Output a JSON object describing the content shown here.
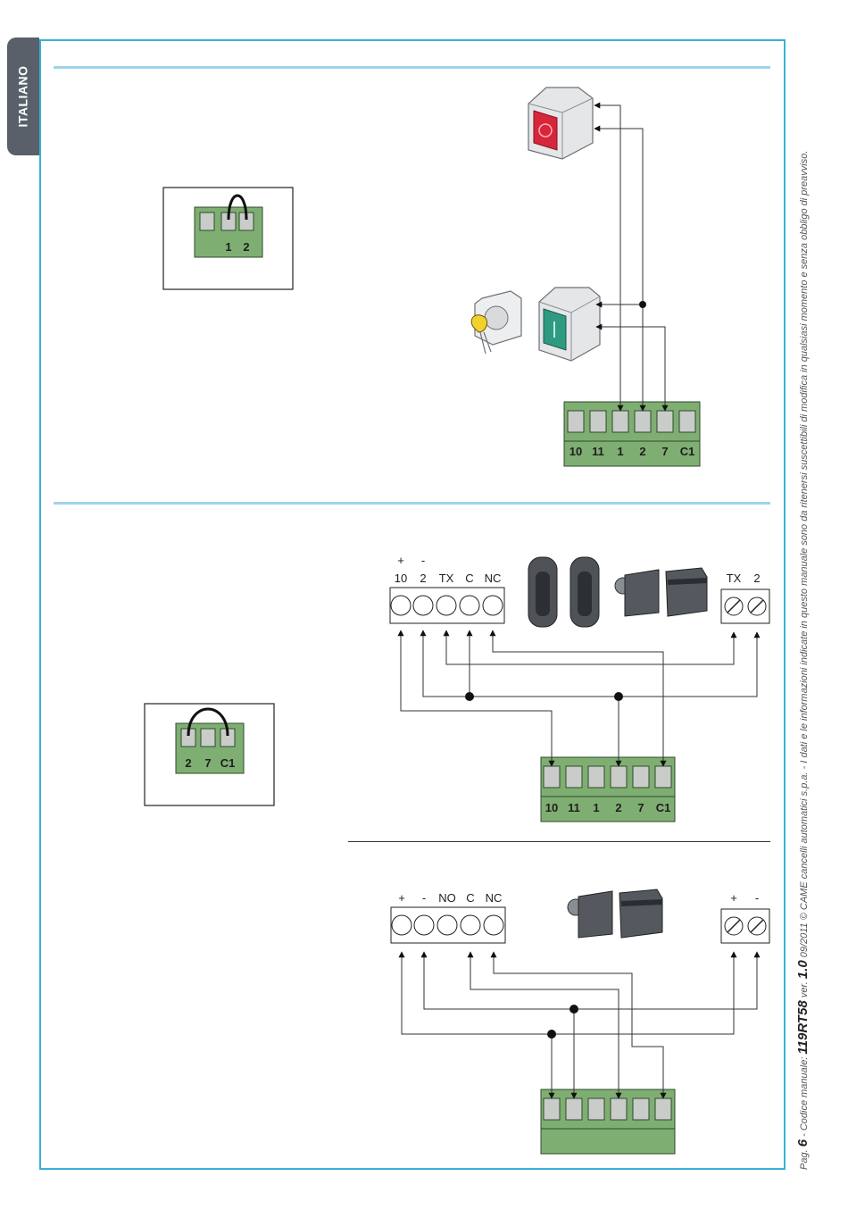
{
  "language_tab": "ITALIANO",
  "footer": {
    "page_prefix": "Pag.",
    "page_number": "6",
    "manual_prefix": " - Codice manuale: ",
    "manual_code": "119RT58",
    "version_prefix": " ver. ",
    "version": "1.0",
    "rest": " 09/2011 © CAME cancelli automatici s.p.a. - I dati e le informazioni indicate in questo manuale sono da ritenersi suscettibili di modifica in qualsiasi momento e senza obbligo di preavviso."
  },
  "jumper_1": {
    "labels": [
      "1",
      "2"
    ]
  },
  "jumper_2": {
    "labels": [
      "2",
      "7",
      "C1"
    ]
  },
  "board_top": {
    "labels": [
      "10",
      "11",
      "1",
      "2",
      "7",
      "C1"
    ]
  },
  "board_mid": {
    "labels": [
      "10",
      "11",
      "1",
      "2",
      "7",
      "C1"
    ]
  },
  "photocell_rx": {
    "plus": "+",
    "minus": "-",
    "labels": [
      "10",
      "2",
      "TX",
      "C",
      "NC"
    ]
  },
  "photocell_tx": {
    "labels": [
      "TX",
      "2"
    ]
  },
  "safety_rx": {
    "labels": [
      "+",
      "-",
      "NO",
      "C",
      "NC"
    ]
  },
  "safety_tx": {
    "labels": [
      "+",
      "-"
    ]
  },
  "colors": {
    "border": "#3ab0d8",
    "divider": "#9fd3ea",
    "terminal_green": "#7fae72",
    "tab": "#59606a"
  }
}
